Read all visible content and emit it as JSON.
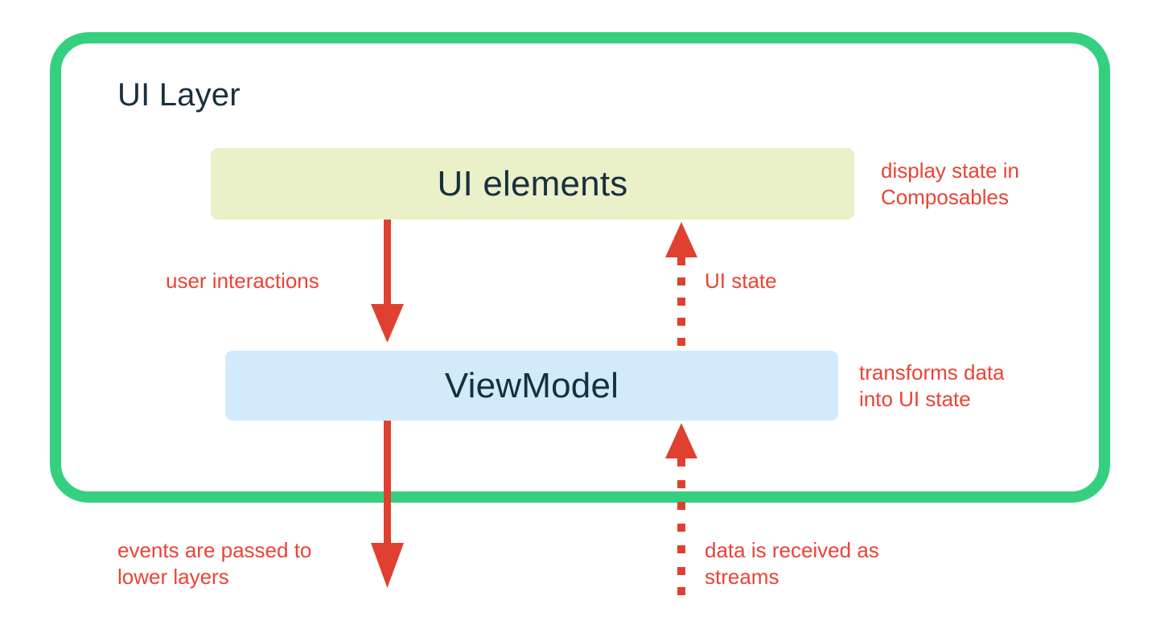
{
  "diagram": {
    "title": "UI Layer",
    "colors": {
      "container_border": "#34d07f",
      "ui_elements_fill": "#eaf0c8",
      "viewmodel_fill": "#d2eafb",
      "node_text": "#17303f",
      "annotation_red": "#ea4335",
      "background": "#ffffff"
    },
    "nodes": [
      {
        "id": "ui-elements",
        "label": "UI elements"
      },
      {
        "id": "viewmodel",
        "label": "ViewModel"
      }
    ],
    "annotations": {
      "display_state": "display state in\nComposables",
      "transforms_data": "transforms data\ninto UI state",
      "ui_state": "UI state",
      "user_interactions": "user interactions",
      "events_passed": "events are passed to\nlower layers",
      "data_streams": "data is received as\nstreams"
    },
    "arrows": [
      {
        "id": "user-interactions-arrow",
        "style": "solid",
        "direction": "down",
        "from": "UI elements",
        "to": "ViewModel",
        "label": "user interactions"
      },
      {
        "id": "ui-state-arrow",
        "style": "dotted",
        "direction": "up",
        "from": "ViewModel",
        "to": "UI elements",
        "label": "UI state"
      },
      {
        "id": "events-arrow",
        "style": "solid",
        "direction": "down",
        "from": "ViewModel",
        "to": "lower layers",
        "label": "events are passed to lower layers"
      },
      {
        "id": "streams-arrow",
        "style": "dotted",
        "direction": "up",
        "from": "lower layers",
        "to": "ViewModel",
        "label": "data is received as streams"
      }
    ]
  }
}
